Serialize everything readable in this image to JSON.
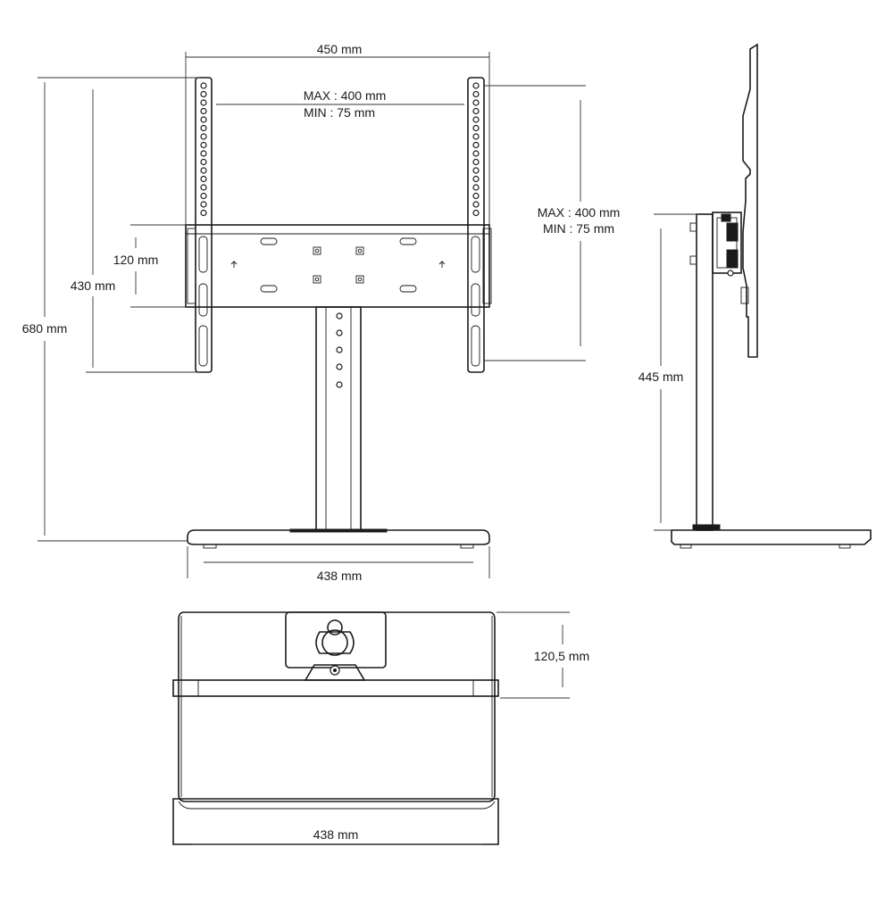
{
  "front_view": {
    "width_top": "450 mm",
    "vesa_max": "MAX : 400 mm",
    "vesa_min": "MIN : 75 mm",
    "vesa_max_right": "MAX : 400 mm",
    "vesa_min_right": "MIN : 75 mm",
    "height_adjust": "120 mm",
    "bracket_height": "430 mm",
    "total_height": "680 mm",
    "base_width": "438 mm"
  },
  "side_view": {
    "column_height": "445 mm"
  },
  "top_view": {
    "depth": "120,5 mm",
    "base_width": "438 mm"
  }
}
